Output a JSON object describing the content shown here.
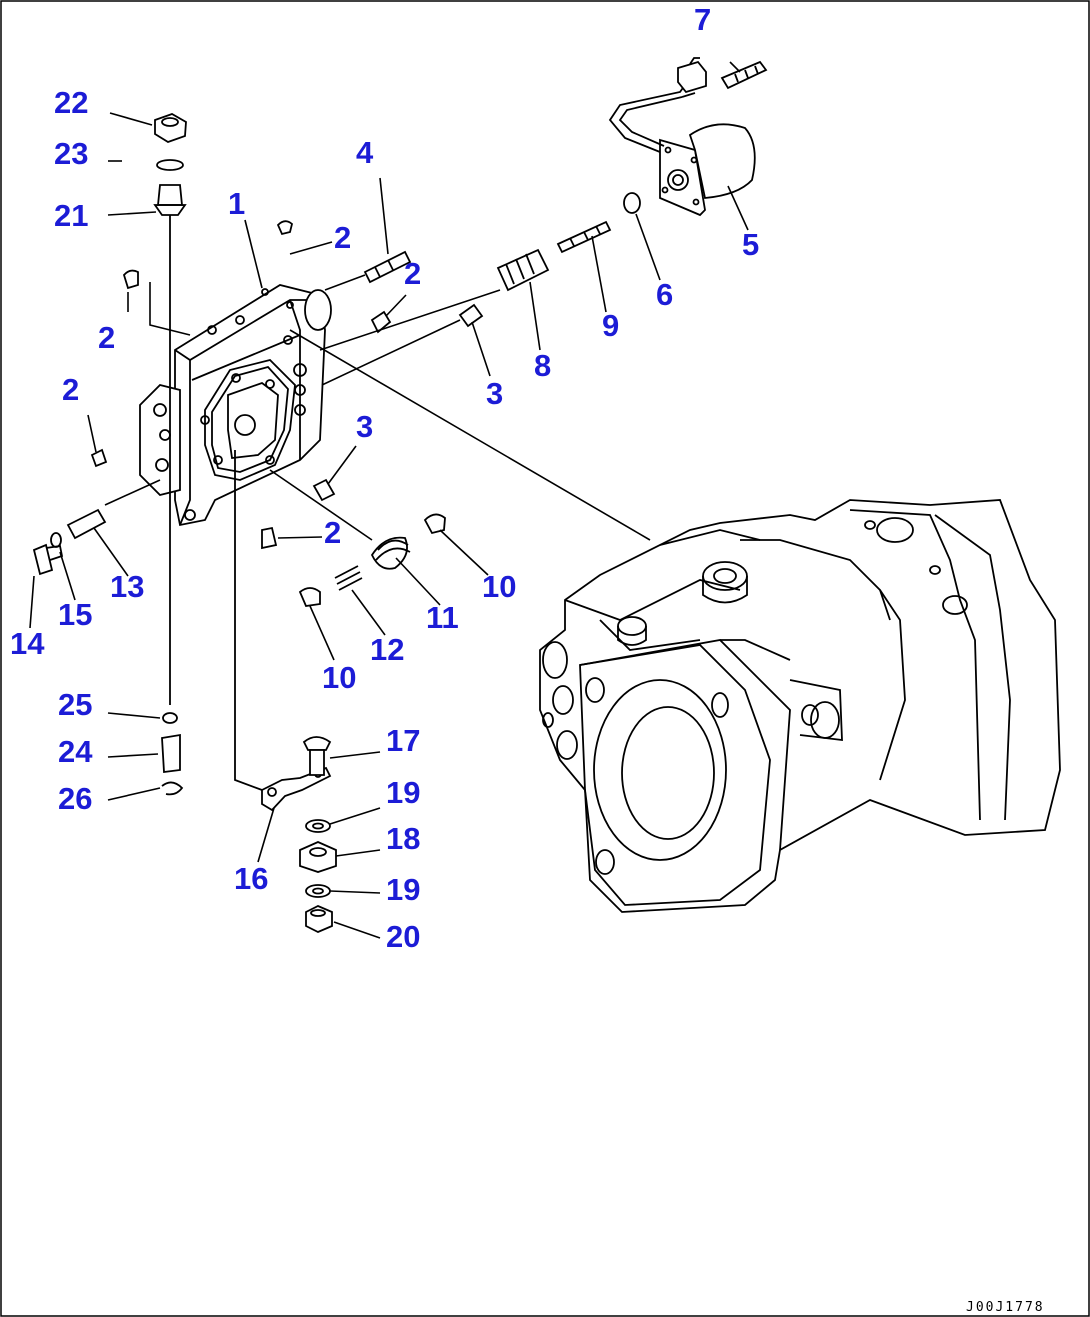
{
  "callouts": [
    {
      "id": "c7",
      "text": "7"
    },
    {
      "id": "c22",
      "text": "22"
    },
    {
      "id": "c23",
      "text": "23"
    },
    {
      "id": "c4",
      "text": "4"
    },
    {
      "id": "c1",
      "text": "1"
    },
    {
      "id": "c21",
      "text": "21"
    },
    {
      "id": "c5",
      "text": "5"
    },
    {
      "id": "c2a",
      "text": "2"
    },
    {
      "id": "c2b",
      "text": "2"
    },
    {
      "id": "c6",
      "text": "6"
    },
    {
      "id": "c2c",
      "text": "2"
    },
    {
      "id": "c9",
      "text": "9"
    },
    {
      "id": "c8",
      "text": "8"
    },
    {
      "id": "c2d",
      "text": "2"
    },
    {
      "id": "c3a",
      "text": "3"
    },
    {
      "id": "c3b",
      "text": "3"
    },
    {
      "id": "c2e",
      "text": "2"
    },
    {
      "id": "c13",
      "text": "13"
    },
    {
      "id": "c10a",
      "text": "10"
    },
    {
      "id": "c15",
      "text": "15"
    },
    {
      "id": "c11",
      "text": "11"
    },
    {
      "id": "c14",
      "text": "14"
    },
    {
      "id": "c12",
      "text": "12"
    },
    {
      "id": "c10b",
      "text": "10"
    },
    {
      "id": "c25",
      "text": "25"
    },
    {
      "id": "c17",
      "text": "17"
    },
    {
      "id": "c24",
      "text": "24"
    },
    {
      "id": "c19a",
      "text": "19"
    },
    {
      "id": "c26",
      "text": "26"
    },
    {
      "id": "c18",
      "text": "18"
    },
    {
      "id": "c16",
      "text": "16"
    },
    {
      "id": "c19b",
      "text": "19"
    },
    {
      "id": "c20",
      "text": "20"
    }
  ],
  "drawing_number": "J00J1778",
  "colors": {
    "callout": "#1c1cd6",
    "line": "#000000",
    "background": "#ffffff"
  }
}
